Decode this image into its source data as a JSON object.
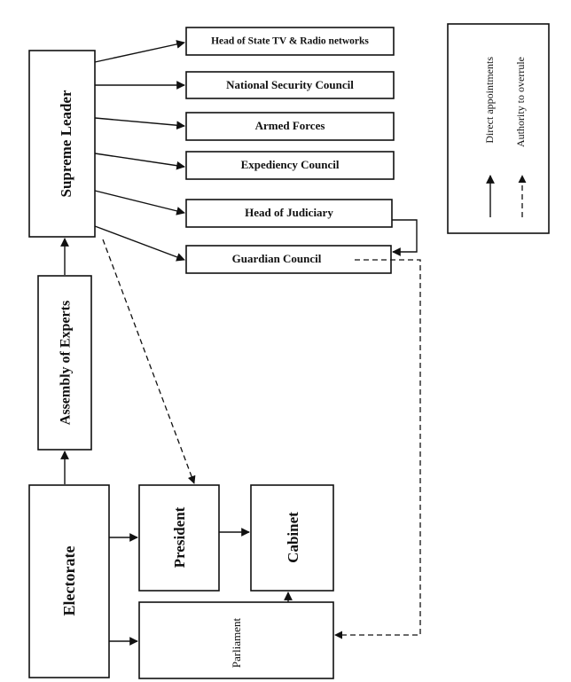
{
  "nodes": {
    "supreme_leader": "Supreme Leader",
    "assembly_of_experts": "Assembly of Experts",
    "electorate": "Electorate",
    "president": "President",
    "cabinet": "Cabinet",
    "parliament": "Parliament",
    "head_state_tv": "Head of State TV & Radio networks",
    "national_security_council": "National Security Council",
    "armed_forces": "Armed Forces",
    "expediency_council": "Expediency Council",
    "head_of_judiciary": "Head of Judiciary",
    "guardian_council": "Guardian Council"
  },
  "legend": {
    "direct": "Direct appointments",
    "overrule": "Authority to overrule"
  }
}
